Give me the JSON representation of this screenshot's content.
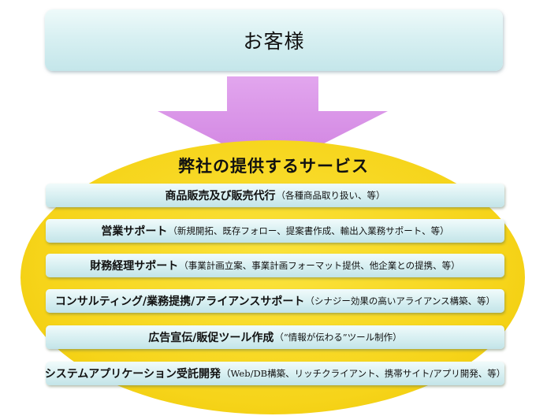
{
  "customer": {
    "label": "お客様"
  },
  "colors": {
    "arrow": "#d58fe6",
    "ellipse": "#f6d41a",
    "box": "#d8f0f2"
  },
  "services": {
    "title": "弊社の提供するサービス",
    "items": [
      {
        "name": "商品販売及び販売代行",
        "detail": "（各種商品取り扱い、等）"
      },
      {
        "name": "営業サポート",
        "detail": "（新規開拓、既存フォロー、提案書作成、輸出入業務サポート、等）"
      },
      {
        "name": "財務経理サポート",
        "detail": "（事業計画立案、事業計画フォーマット提供、他企業との提携、等）"
      },
      {
        "name": "コンサルティング/業務提携/アライアンスサポート",
        "detail": "（シナジー効果の高いアライアンス構築、等）"
      },
      {
        "name": "広告宣伝/販促ツール作成",
        "detail": "（“情報が伝わる”ツール制作）"
      },
      {
        "name": "システムアプリケーション受託開発",
        "detail": "（Web/DB構築、リッチクライアント、携帯サイト/アプリ開発、等）"
      }
    ]
  }
}
